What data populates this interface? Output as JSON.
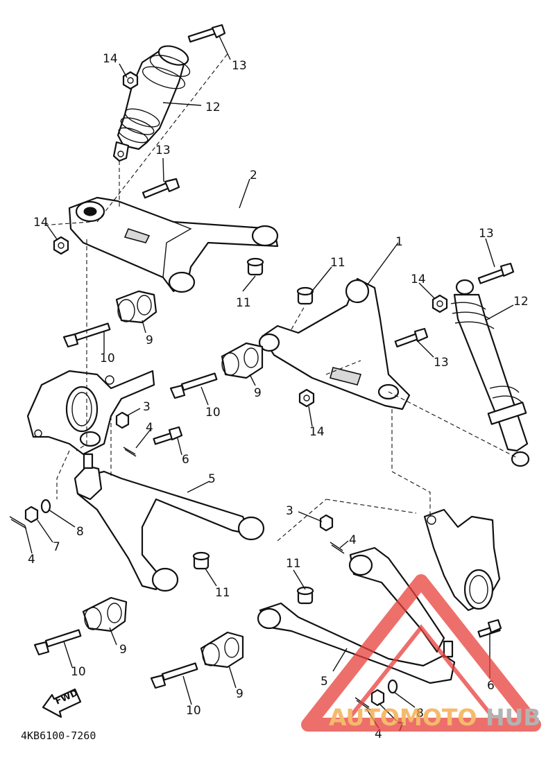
{
  "diagram": {
    "caption": "4KB6100-7260",
    "fwd_label": "FWD",
    "callouts": {
      "c1": "1",
      "c2": "2",
      "c3a": "3",
      "c3b": "3",
      "c4a": "4",
      "c4b": "4",
      "c4c": "4",
      "c4d": "4",
      "c5a": "5",
      "c5b": "5",
      "c6a": "6",
      "c6b": "6",
      "c7a": "7",
      "c7b": "7",
      "c8a": "8",
      "c8b": "8",
      "c9a": "9",
      "c9b": "9",
      "c9c": "9",
      "c9d": "9",
      "c10a": "10",
      "c10b": "10",
      "c10c": "10",
      "c10d": "10",
      "c11a": "11",
      "c11b": "11",
      "c11c": "11",
      "c11d": "11",
      "c12a": "12",
      "c12b": "12",
      "c13a": "13",
      "c13b": "13",
      "c13c": "13",
      "c13d": "13",
      "c14a": "14",
      "c14b": "14",
      "c14c": "14",
      "c14d": "14"
    }
  },
  "watermark": {
    "text_auto": "AUTO",
    "text_moto": "MOTO",
    "text_hub": "HUB",
    "color_red": "#e8403a",
    "color_orange": "#f2a33a",
    "color_gray": "#9a9a9a"
  }
}
